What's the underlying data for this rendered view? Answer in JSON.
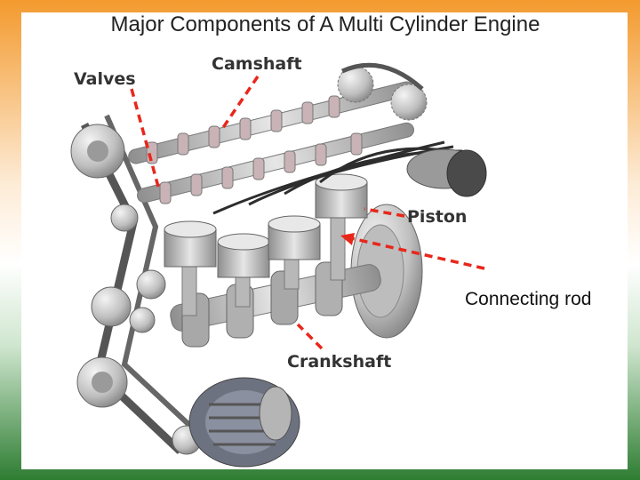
{
  "slide": {
    "title": "Major Components of A Multi Cylinder Engine",
    "theme_colors": {
      "saffron": "#f39a2e",
      "white": "#ffffff",
      "green": "#2e7d32"
    }
  },
  "diagram": {
    "labels": {
      "valves": "Valves",
      "camshaft": "Camshaft",
      "piston": "Piston",
      "crankshaft": "Crankshaft",
      "connecting_rod": "Connecting rod"
    },
    "leader_color": "#e8271a"
  }
}
